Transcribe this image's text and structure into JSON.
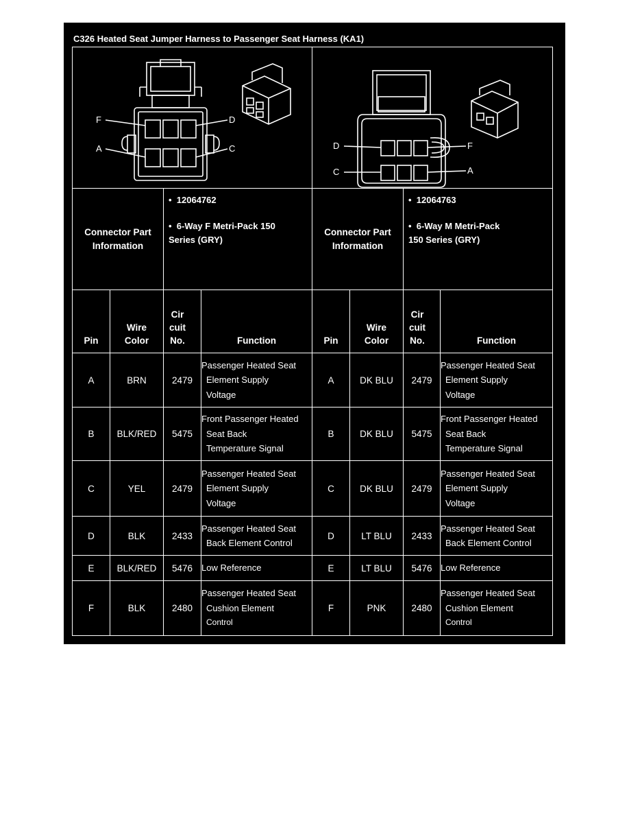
{
  "document": {
    "title": "C326 Heated Seat Jumper Harness to Passenger Seat Harness (KA1)"
  },
  "connector_left": {
    "label": "Connector Part Information",
    "part_number": "12064762",
    "description": "6-Way F Metri-Pack 150 Series (GRY)",
    "description_line1": "6-Way F Metri-Pack 150",
    "description_line2": "Series (GRY)",
    "pin_letters": [
      "F",
      "D",
      "A",
      "C"
    ]
  },
  "connector_right": {
    "label": "Connector Part Information",
    "part_number": "12064763",
    "description": "6-Way M Metri-Pack 150 Series (GRY)",
    "description_line1": "6-Way M Metri-Pack",
    "description_line2": "150 Series (GRY)",
    "pin_letters": [
      "D",
      "F",
      "C",
      "A"
    ]
  },
  "table_headers": {
    "pin": "Pin",
    "wire_color": [
      "Wire",
      "Color"
    ],
    "circuit_no": [
      "Cir",
      "cuit",
      "No."
    ],
    "function": "Function"
  },
  "rows_left": [
    {
      "pin": "A",
      "wire_color": "BRN",
      "circuit": "2479",
      "function": [
        "Passenger Heated Seat",
        "Element Supply",
        "Voltage"
      ]
    },
    {
      "pin": "B",
      "wire_color": "BLK/RED",
      "circuit": "5475",
      "function": [
        "Front Passenger Heated",
        "Seat Back",
        "Temperature Signal"
      ]
    },
    {
      "pin": "C",
      "wire_color": "YEL",
      "circuit": "2479",
      "function": [
        "Passenger Heated Seat",
        "Element Supply",
        "Voltage"
      ]
    },
    {
      "pin": "D",
      "wire_color": "BLK",
      "circuit": "2433",
      "function": [
        "Passenger Heated Seat",
        "Back Element Control"
      ]
    },
    {
      "pin": "E",
      "wire_color": "BLK/RED",
      "circuit": "5476",
      "function": [
        "Low Reference"
      ]
    },
    {
      "pin": "F",
      "wire_color": "BLK",
      "circuit": "2480",
      "function": [
        "Passenger Heated Seat",
        "Cushion Element",
        "Control"
      ]
    }
  ],
  "rows_right": [
    {
      "pin": "A",
      "wire_color": "DK BLU",
      "circuit": "2479",
      "function": [
        "Passenger Heated Seat",
        "Element Supply",
        "Voltage"
      ]
    },
    {
      "pin": "B",
      "wire_color": "DK BLU",
      "circuit": "5475",
      "function": [
        "Front Passenger Heated",
        "Seat Back",
        "Temperature Signal"
      ]
    },
    {
      "pin": "C",
      "wire_color": "DK BLU",
      "circuit": "2479",
      "function": [
        "Passenger Heated Seat",
        "Element Supply",
        "Voltage"
      ]
    },
    {
      "pin": "D",
      "wire_color": "LT BLU",
      "circuit": "2433",
      "function": [
        "Passenger Heated Seat",
        "Back Element Control"
      ]
    },
    {
      "pin": "E",
      "wire_color": "LT BLU",
      "circuit": "5476",
      "function": [
        "Low Reference"
      ]
    },
    {
      "pin": "F",
      "wire_color": "PNK",
      "circuit": "2480",
      "function": [
        "Passenger Heated Seat",
        "Cushion Element",
        "Control"
      ]
    }
  ],
  "colors": {
    "background": "#000000",
    "lines": "#ffffff",
    "text": "#ffffff"
  }
}
